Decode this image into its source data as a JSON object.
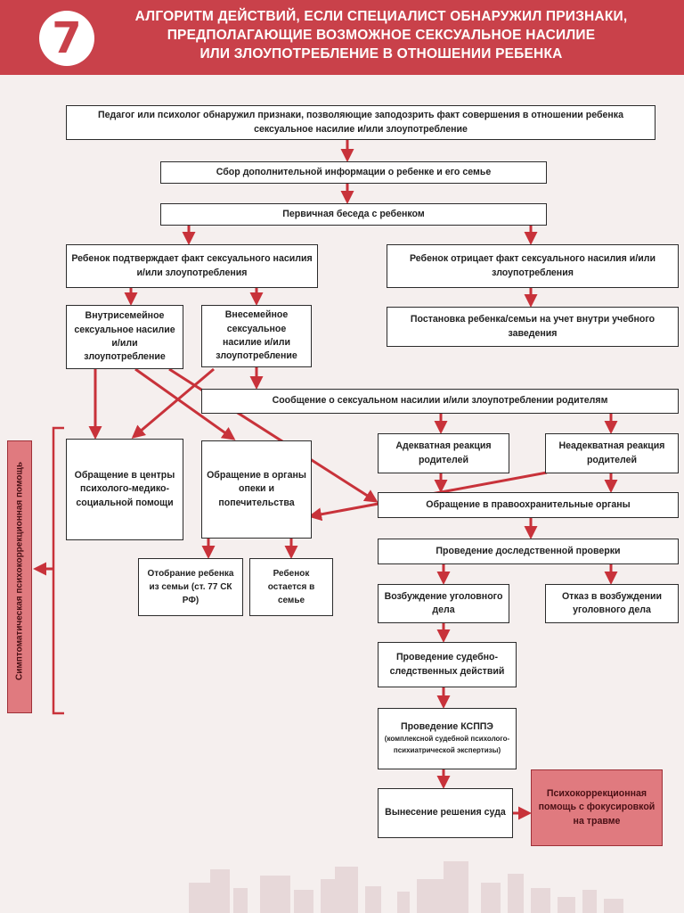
{
  "header": {
    "badge": "7",
    "title_lines": [
      "Алгоритм действий, если специалист обнаружил признаки,",
      "предполагающие возможное сексуальное насилие",
      "или злоупотребление в отношении ребенка"
    ]
  },
  "colors": {
    "accent": "#c9414a",
    "arrow": "#c8323a",
    "box_fill_accent": "#e07a7f"
  },
  "side_label": "Симптоматическая психокоррекционная помощь",
  "boxes": {
    "b1": "Педагог или психолог обнаружил признаки, позволяющие заподозрить факт совершения в отношении ребенка сексуальное насилие и/или злоупотребление",
    "b2": "Сбор дополнительной информации о ребенке и его семье",
    "b3": "Первичная беседа с ребенком",
    "b4": "Ребенок подтверждает факт сексуального насилия и/или злоупотребления",
    "b5": "Ребенок отрицает факт сексуального насилия и/или злоупотребления",
    "b6": "Внутрисемейное сексуальное насилие и/или злоупотребление",
    "b7": "Внесемейное сексуальное насилие и/или злоупотребление",
    "b8": "Постановка ребенка/семьи на учет внутри учебного заведения",
    "b9": "Сообщение о сексуальном насилии и/или злоупотреблении родителям",
    "b10": "Обращение в центры психолого-медико-социальной помощи",
    "b11": "Обращение в органы опеки и попечительства",
    "b12": "Адекватная реакция родителей",
    "b13": "Неадекватная реакция родителей",
    "b14": "Обращение в правоохранительные органы",
    "b15": "Проведение доследственной проверки",
    "b16": "Отобрание ребенка из семьи (ст. 77 СК РФ)",
    "b17": "Ребенок остается в семье",
    "b18": "Возбуждение уголовного дела",
    "b19": "Отказ в возбуждении уголовного дела",
    "b20": "Проведение судебно-следственных действий",
    "b21_main": "Проведение КСППЭ",
    "b21_sub": "(комплексной судебной психолого-психиатрической экспертизы)",
    "b22": "Вынесение решения суда",
    "b23": "Психокоррекционная помощь с фокусировкой на травме"
  }
}
